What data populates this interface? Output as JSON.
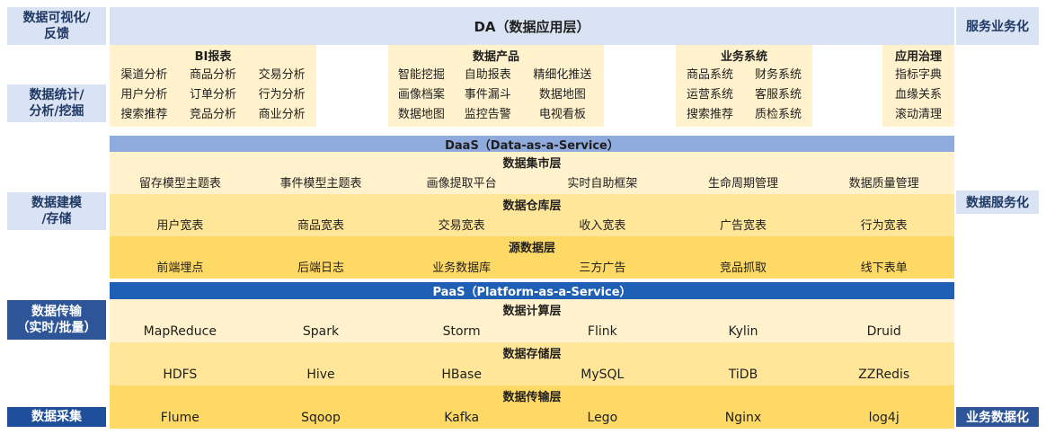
{
  "left_labels": {
    "feedback": "数据可视化/\n反馈",
    "analysis": "数据统计/\n分析/挖掘",
    "modeling": "数据建模\n/存储",
    "transport": "数据传输\n（实时/批量）",
    "collection": "数据采集"
  },
  "right_labels": {
    "service_biz": "服务业务化",
    "data_service": "数据服务化",
    "biz_data": "业务数据化"
  },
  "da": {
    "header": "DA（数据应用层）",
    "groups": [
      {
        "title": "BI报表",
        "items": [
          "渠道分析",
          "商品分析",
          "交易分析",
          "用户分析",
          "订单分析",
          "行为分析",
          "搜索推荐",
          "竞品分析",
          "商业分析"
        ]
      },
      {
        "title": "数据产品",
        "items": [
          "智能挖掘",
          "自助报表",
          "精细化推送",
          "画像档案",
          "事件漏斗",
          "数据地图",
          "数据地图",
          "监控告警",
          "电视看板"
        ]
      },
      {
        "title": "业务系统",
        "items": [
          "商品系统",
          "财务系统",
          "运营系统",
          "客服系统",
          "搜索推荐",
          "质检系统"
        ]
      },
      {
        "title": "应用治理",
        "items": [
          "指标字典",
          "血缘关系",
          "滚动清理"
        ]
      }
    ]
  },
  "daas": {
    "title": "DaaS（Data-as-a-Service）",
    "layers": [
      {
        "title": "数据集市层",
        "items": [
          "留存模型主题表",
          "事件模型主题表",
          "画像提取平台",
          "实时自助框架",
          "生命周期管理",
          "数据质量管理"
        ]
      },
      {
        "title": "数据仓库层",
        "items": [
          "用户宽表",
          "商品宽表",
          "交易宽表",
          "收入宽表",
          "广告宽表",
          "行为宽表"
        ]
      },
      {
        "title": "源数据层",
        "items": [
          "前端埋点",
          "后端日志",
          "业务数据库",
          "三方广告",
          "竞品抓取",
          "线下表单"
        ]
      }
    ]
  },
  "paas": {
    "title": "PaaS（Platform-as-a-Service）",
    "layers": [
      {
        "title": "数据计算层",
        "items": [
          "MapReduce",
          "Spark",
          "Storm",
          "Flink",
          "Kylin",
          "Druid"
        ]
      },
      {
        "title": "数据存储层",
        "items": [
          "HDFS",
          "Hive",
          "HBase",
          "MySQL",
          "TiDB",
          "ZZRedis"
        ]
      },
      {
        "title": "数据传输层",
        "items": [
          "Flume",
          "Sqoop",
          "Kafka",
          "Lego",
          "Nginx",
          "log4j"
        ]
      }
    ]
  }
}
